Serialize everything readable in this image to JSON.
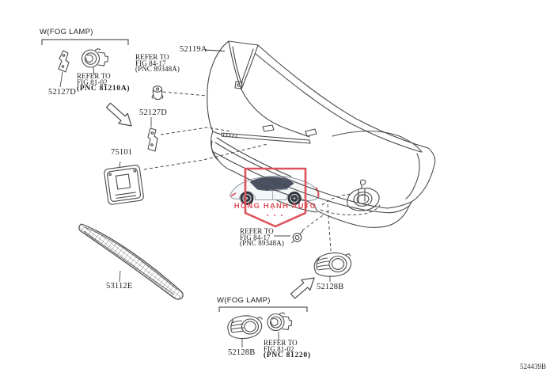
{
  "page": {
    "footer_code": "524439B"
  },
  "colors": {
    "line": "#4a4a4a",
    "text": "#1b1b1b",
    "watermark_red": "#dc525b"
  },
  "boxes": {
    "top": {
      "title": "W(FOG LAMP)"
    },
    "bottom": {
      "title": "W(FOG LAMP)"
    }
  },
  "parts": {
    "bumper_cover": "52119A",
    "retainer_top": "52127D",
    "retainer_mid": "52127D",
    "license_bracket": "75101",
    "lower_grille": "53112E",
    "fog_cover_rh": "52128B",
    "fog_cover_lh": "52128B"
  },
  "refer_notes": {
    "fog_lamp_top": [
      "REFER TO",
      "FIG 81-02",
      "(PNC 81210A)"
    ],
    "sensor_top": [
      "REFER TO",
      "FIG 84-17",
      "(PNC 89348A)"
    ],
    "sensor_mid": [
      "REFER TO",
      "FIG 84-17",
      "(PNC 89348A)"
    ],
    "fog_lamp_bottom": [
      "REFER TO",
      "FIG 81-02",
      "(PNC 81220)"
    ]
  },
  "watermark": {
    "brand": "HỒNG HẠNH AUTO",
    "dots": "• • •"
  }
}
